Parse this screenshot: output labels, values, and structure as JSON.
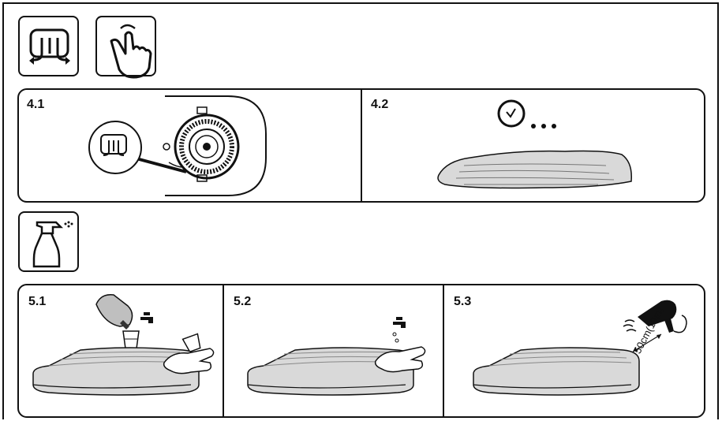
{
  "section4": {
    "steps": [
      {
        "label": "4.1"
      },
      {
        "label": "4.2"
      }
    ]
  },
  "section5": {
    "steps": [
      {
        "label": "5.1"
      },
      {
        "label": "5.2"
      },
      {
        "label": "5.3"
      }
    ],
    "distance_label": "50cm(19in)"
  },
  "icons": {
    "deflate": "deflate-valve-icon",
    "hand": "hand-press-icon",
    "spray": "spray-bottle-icon",
    "clock": "clock-icon"
  },
  "colors": {
    "line": "#111111",
    "mattress_fill": "#d9d9d9",
    "shade": "#bfbfbf"
  }
}
